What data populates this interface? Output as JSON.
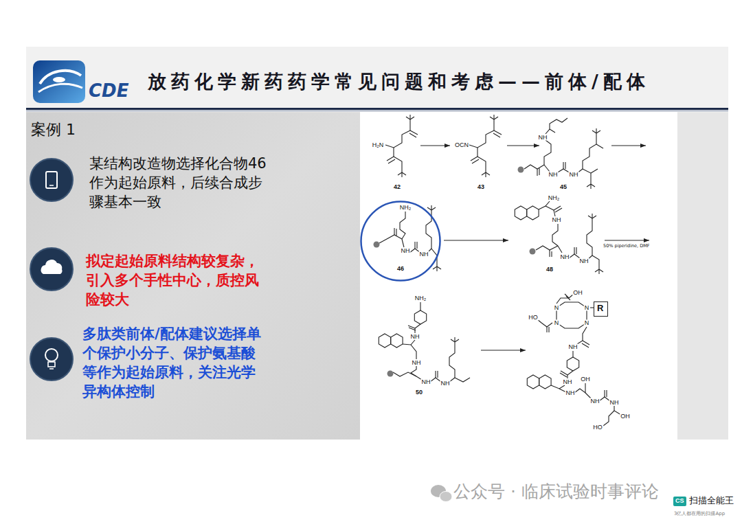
{
  "diagram": {
    "title": "放药化学新药药学常见问题和考虑——前体/配体",
    "nodes": [
      {
        "text": [
          "46"
        ]
      },
      {
        "text": [
          "R"
        ]
      },
      {
        "text": [
          "CS"
        ]
      }
    ],
    "labels": [
      "CDE",
      "案例 1",
      "某结构改造物选择化合物46 作为起始原料，后续合成步 骤基本一致",
      "拟定起始原料结构较复杂， 引入多个手性中心，质控风 险较大",
      "多肽类前体/配体建议选择单 个保护小分子、保护氨基酸 等作为起始原料，关注光学 异构体控制",
      "H₂N",
      "42",
      "OCN",
      "43",
      "NH",
      "NH",
      "NH",
      "45",
      "NH₂",
      "NH",
      "NH",
      "NH₂",
      "NH",
      "NH",
      "NH",
      "48",
      "50% piperidine, DMF",
      "NH₂",
      "NH",
      "NH",
      "NH",
      "NH",
      "50",
      "OH",
      "HO",
      "N",
      "N",
      "N",
      "N",
      "NH",
      "NH",
      "NH",
      "OH",
      "NH",
      "NH",
      "OH",
      "HO",
      "公众号 · 临床试验时事评论",
      "扫描全能王",
      "3亿人都在用的扫描App"
    ]
  }
}
